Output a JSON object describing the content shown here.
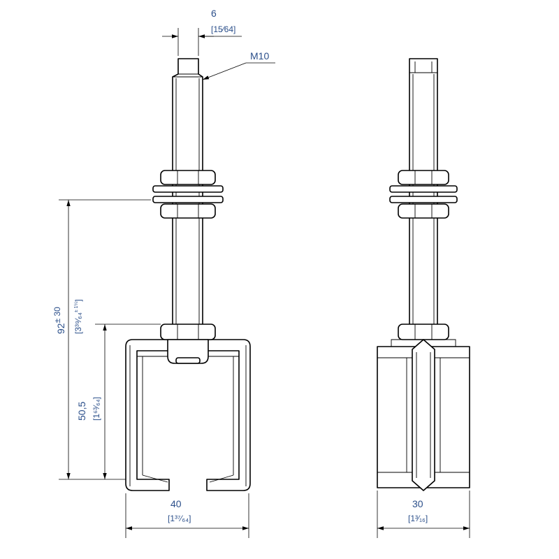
{
  "colors": {
    "line": "#000000",
    "dimension_text": "#2b4f8a",
    "background": "#ffffff"
  },
  "dimensions": {
    "slot_width": {
      "value": "6",
      "imperial": "[15⁄64]"
    },
    "thread": {
      "label": "M10"
    },
    "total_height": {
      "value": "92",
      "tolerance": "± 30",
      "imperial": "[3³⁹⁄₆₄",
      "imperial_tolerance": "± 1¼",
      "imperial_close": "]"
    },
    "bracket_height": {
      "value": "50,5",
      "imperial": "[1⁶³⁄₆₄]"
    },
    "bracket_width": {
      "value": "40",
      "imperial": "[1³⁷⁄₆₄]"
    },
    "side_width": {
      "value": "30",
      "imperial": "[1³⁄₁₆]"
    }
  }
}
